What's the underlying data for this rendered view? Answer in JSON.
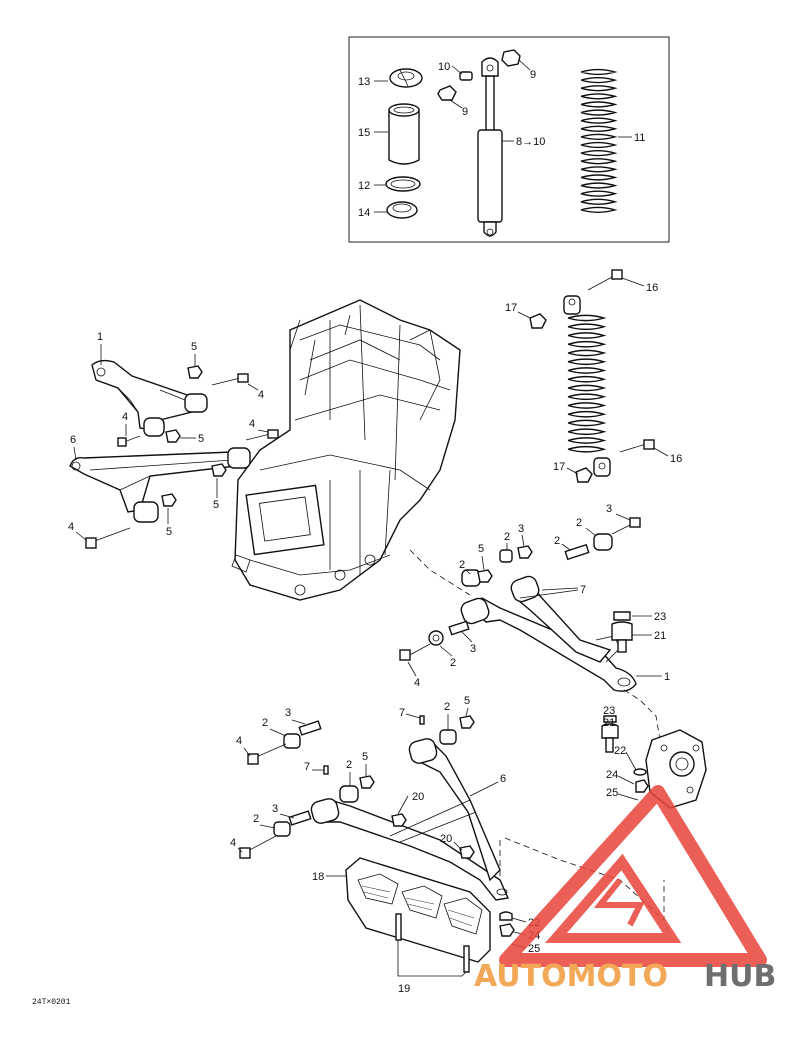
{
  "diagram": {
    "code": "24T×0201",
    "inset_labels": [
      "13",
      "15",
      "12",
      "14",
      "10",
      "9",
      "9",
      "8→10",
      "11"
    ],
    "main_labels": [
      "1",
      "5",
      "4",
      "4",
      "5",
      "4",
      "6",
      "5",
      "4",
      "5",
      "17",
      "16",
      "17",
      "16",
      "2",
      "5",
      "2",
      "3",
      "2",
      "2",
      "3",
      "7",
      "4",
      "2",
      "3",
      "23",
      "21",
      "1",
      "23",
      "21",
      "3",
      "2",
      "4",
      "7",
      "2",
      "5",
      "7",
      "2",
      "5",
      "6",
      "22",
      "24",
      "25",
      "20",
      "3",
      "2",
      "4",
      "20",
      "18",
      "22",
      "24",
      "25",
      "19"
    ]
  },
  "watermark": {
    "part1": "AUTOMOTO",
    "part2": "HUB",
    "colors": {
      "orange": "#f29a3b",
      "red": "#e8443a",
      "gray": "#555555"
    }
  }
}
